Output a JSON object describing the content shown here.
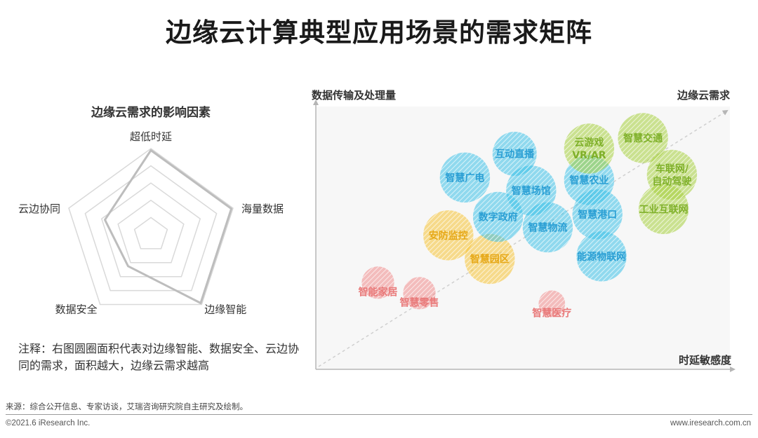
{
  "page": {
    "title": "边缘云计算典型应用场景的需求矩阵",
    "note": "注释：右图圆圈面积代表对边缘智能、数据安全、云边协同的需求，面积越大，边缘云需求越高",
    "source": "来源：综合公开信息、专家访谈，艾瑞咨询研究院自主研究及绘制。",
    "copyright": "©2021.6 iResearch Inc.",
    "website": "www.iresearch.com.cn"
  },
  "chart_data": [
    {
      "type": "radar",
      "title": "边缘云需求的影响因素",
      "axes": [
        "超低时延",
        "海量数据",
        "边缘智能",
        "数据安全",
        "云边协同"
      ],
      "rings": 5,
      "values": [
        0.98,
        0.98,
        0.98,
        0.45,
        0.56
      ],
      "colors": {
        "grid": "#d9d9d9",
        "series": "#bdbdbd"
      }
    },
    {
      "type": "scatter",
      "xlabel": "时延敏感度",
      "ylabel": "数据传输及处理量",
      "diagonal_label": "边缘云需求",
      "xlim": [
        0,
        100
      ],
      "ylim": [
        0,
        100
      ],
      "grid": false,
      "colors": {
        "pink": "#f08c8c",
        "yellow": "#f5c232",
        "blue": "#3cc1e6",
        "green": "#a5cf3c"
      },
      "points": [
        {
          "label": "智能家居",
          "x": 15,
          "y": 33,
          "size": 0.55,
          "color": "pink"
        },
        {
          "label": "智慧零售",
          "x": 25,
          "y": 29,
          "size": 0.55,
          "color": "pink"
        },
        {
          "label": "智慧医疗",
          "x": 57,
          "y": 25,
          "size": 0.45,
          "color": "pink"
        },
        {
          "label": "安防监控",
          "x": 32,
          "y": 51,
          "size": 0.85,
          "color": "yellow"
        },
        {
          "label": "智慧园区",
          "x": 42,
          "y": 42,
          "size": 0.85,
          "color": "yellow"
        },
        {
          "label": "智慧广电",
          "x": 36,
          "y": 73,
          "size": 0.85,
          "color": "blue"
        },
        {
          "label": "互动直播",
          "x": 48,
          "y": 82,
          "size": 0.75,
          "color": "blue"
        },
        {
          "label": "智慧场馆",
          "x": 52,
          "y": 68,
          "size": 0.85,
          "color": "blue"
        },
        {
          "label": "数字政府",
          "x": 44,
          "y": 58,
          "size": 0.85,
          "color": "blue"
        },
        {
          "label": "智慧物流",
          "x": 56,
          "y": 54,
          "size": 0.85,
          "color": "blue"
        },
        {
          "label": "智慧农业",
          "x": 66,
          "y": 72,
          "size": 0.85,
          "color": "blue"
        },
        {
          "label": "智慧港口",
          "x": 68,
          "y": 59,
          "size": 0.85,
          "color": "blue"
        },
        {
          "label": "能源物联网",
          "x": 69,
          "y": 43,
          "size": 0.85,
          "color": "blue"
        },
        {
          "label": "云游戏VR/AR",
          "x": 66,
          "y": 84,
          "size": 0.85,
          "color": "green"
        },
        {
          "label": "智慧交通",
          "x": 79,
          "y": 88,
          "size": 0.85,
          "color": "green"
        },
        {
          "label": "车联网/自动驾驶",
          "x": 86,
          "y": 74,
          "size": 0.85,
          "color": "green"
        },
        {
          "label": "工业互联网",
          "x": 84,
          "y": 61,
          "size": 0.85,
          "color": "green"
        }
      ]
    }
  ]
}
